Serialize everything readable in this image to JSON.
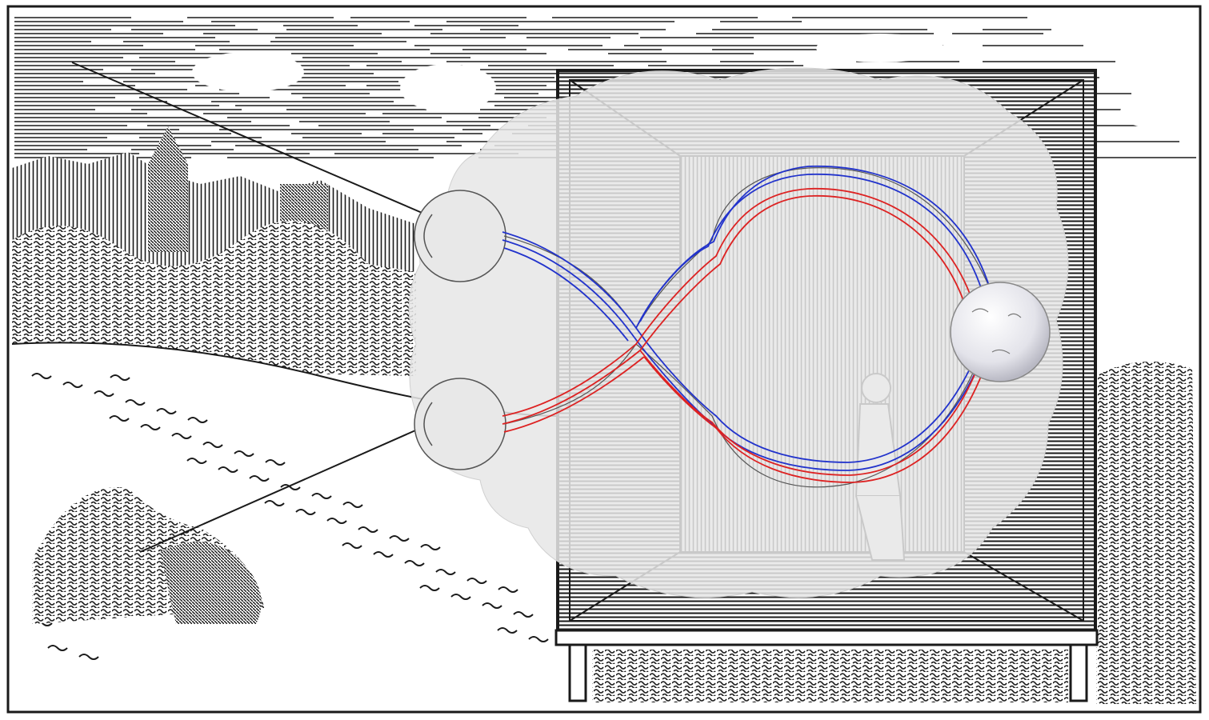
{
  "scene": {
    "style": "engraving",
    "colors": {
      "ink": "#1a1a1a",
      "paper": "#ffffff",
      "overlay": "#e6e6e6",
      "left_pathway": "#2233cc",
      "right_pathway": "#dd2222",
      "brain_outline": "#555555"
    },
    "layers": [
      "sky-hatching",
      "castle",
      "hill",
      "shrubs",
      "camera-obscura-box",
      "box-stand",
      "seated-figure",
      "light-ray",
      "brain-overlay",
      "left-eye",
      "right-eye",
      "optic-pathway-left",
      "optic-pathway-right",
      "visual-cortex-sphere"
    ]
  }
}
